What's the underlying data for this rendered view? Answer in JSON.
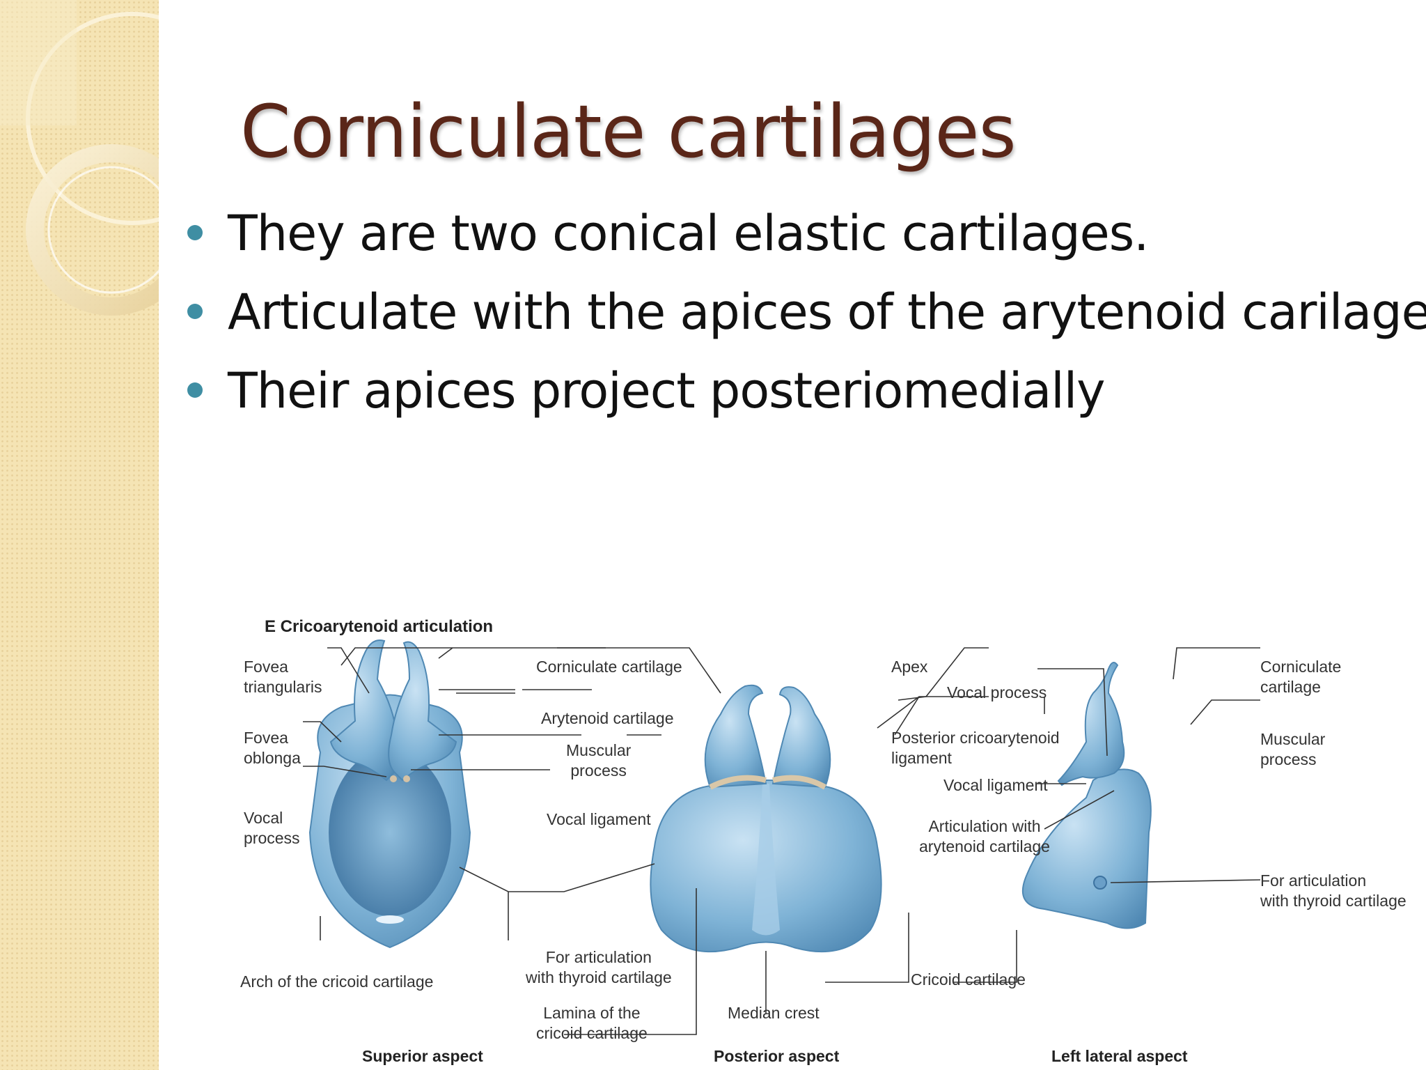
{
  "slide": {
    "title": "Corniculate cartilages",
    "bullets": [
      "They are two conical elastic cartilages.",
      "Articulate with the apices of the arytenoid carilages",
      "Their apices project posteriomedially"
    ]
  },
  "figure": {
    "heading": "E Cricoarytenoid articulation",
    "labels": {
      "fovea_triangularis": "Fovea\ntriangularis",
      "fovea_oblonga": "Fovea\noblonga",
      "vocal_process_left": "Vocal\nprocess",
      "arch_cricoid": "Arch of the cricoid cartilage",
      "corniculate_cartilage": "Corniculate cartilage",
      "arytenoid_cartilage": "Arytenoid cartilage",
      "muscular_process": "Muscular\nprocess",
      "vocal_ligament": "Vocal ligament",
      "for_articulation_thyroid": "For articulation\nwith thyroid cartilage",
      "lamina_cricoid": "Lamina of the\ncricoid cartilage",
      "median_crest": "Median crest",
      "apex": "Apex",
      "vocal_process_right": "Vocal process",
      "posterior_cricoarytenoid": "Posterior cricoarytenoid\nligament",
      "vocal_ligament_right": "Vocal ligament",
      "articulation_arytenoid": "Articulation with\narytenoid cartilage",
      "cricoid_cartilage": "Cricoid cartilage",
      "corniculate_cartilage_right": "Corniculate\ncartilage",
      "muscular_process_right": "Muscular\nprocess",
      "for_articulation_thyroid_right": "For articulation\nwith thyroid cartilage"
    },
    "captions": {
      "superior": "Superior aspect",
      "posterior": "Posterior aspect",
      "lateral": "Left lateral aspect"
    }
  },
  "colors": {
    "title": "#5a2618",
    "bullet": "#3f8ea3",
    "cartilage": "#7fb3d6",
    "band": "#f5e4b4"
  }
}
